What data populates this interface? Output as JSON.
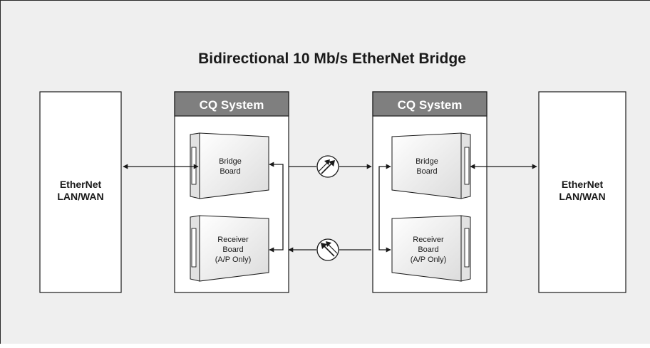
{
  "title": "Bidirectional 10 Mb/s EtherNet Bridge",
  "left_network": {
    "line1": "EtherNet",
    "line2": "LAN/WAN"
  },
  "right_network": {
    "line1": "EtherNet",
    "line2": "LAN/WAN"
  },
  "left_system": {
    "header": "CQ System",
    "bridge_board": {
      "line1": "Bridge",
      "line2": "Board"
    },
    "receiver_board": {
      "line1": "Receiver",
      "line2": "Board",
      "line3": "(A/P Only)"
    }
  },
  "right_system": {
    "header": "CQ System",
    "bridge_board": {
      "line1": "Bridge",
      "line2": "Board"
    },
    "receiver_board": {
      "line1": "Receiver",
      "line2": "Board",
      "line3": "(A/P Only)"
    }
  },
  "colors": {
    "background": "#efefef",
    "system_header": "#7f7f7f",
    "box_fill": "#ffffff",
    "line": "#1a1a1a"
  },
  "icons": {
    "upper_link": "transmit-arrow-icon",
    "lower_link": "receive-arrow-icon"
  }
}
